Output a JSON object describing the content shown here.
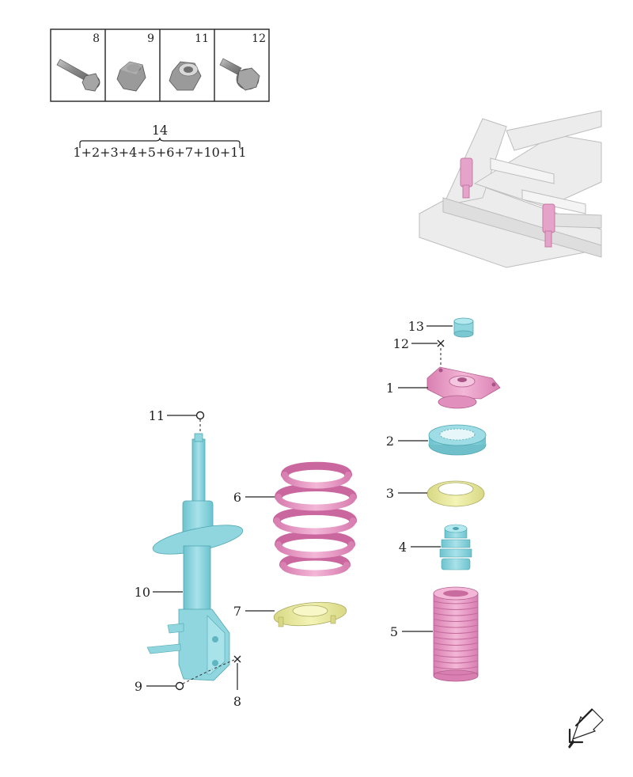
{
  "hardware_box": {
    "cells": [
      {
        "label": "8",
        "icon": "flange-bolt-long-icon"
      },
      {
        "label": "9",
        "icon": "hex-nut-icon"
      },
      {
        "label": "11",
        "icon": "hex-nut-icon"
      },
      {
        "label": "12",
        "icon": "flange-bolt-short-icon"
      }
    ]
  },
  "assembly": {
    "number": "14",
    "components": "1+2+3+4+5+6+7+10+11"
  },
  "parts": {
    "p1": "1",
    "p2": "2",
    "p3": "3",
    "p4": "4",
    "p5": "5",
    "p6": "6",
    "p7": "7",
    "p8": "8",
    "p9": "9",
    "p10": "10",
    "p11": "11",
    "p12": "12",
    "p13": "13"
  },
  "colors": {
    "cyan": "#8fd6df",
    "pink": "#e79ac4",
    "yellow": "#ebeb9a",
    "gray": "#9a9a9a",
    "frame": "#e6e6e6"
  },
  "orientation_icon": "direction-arrow-icon"
}
